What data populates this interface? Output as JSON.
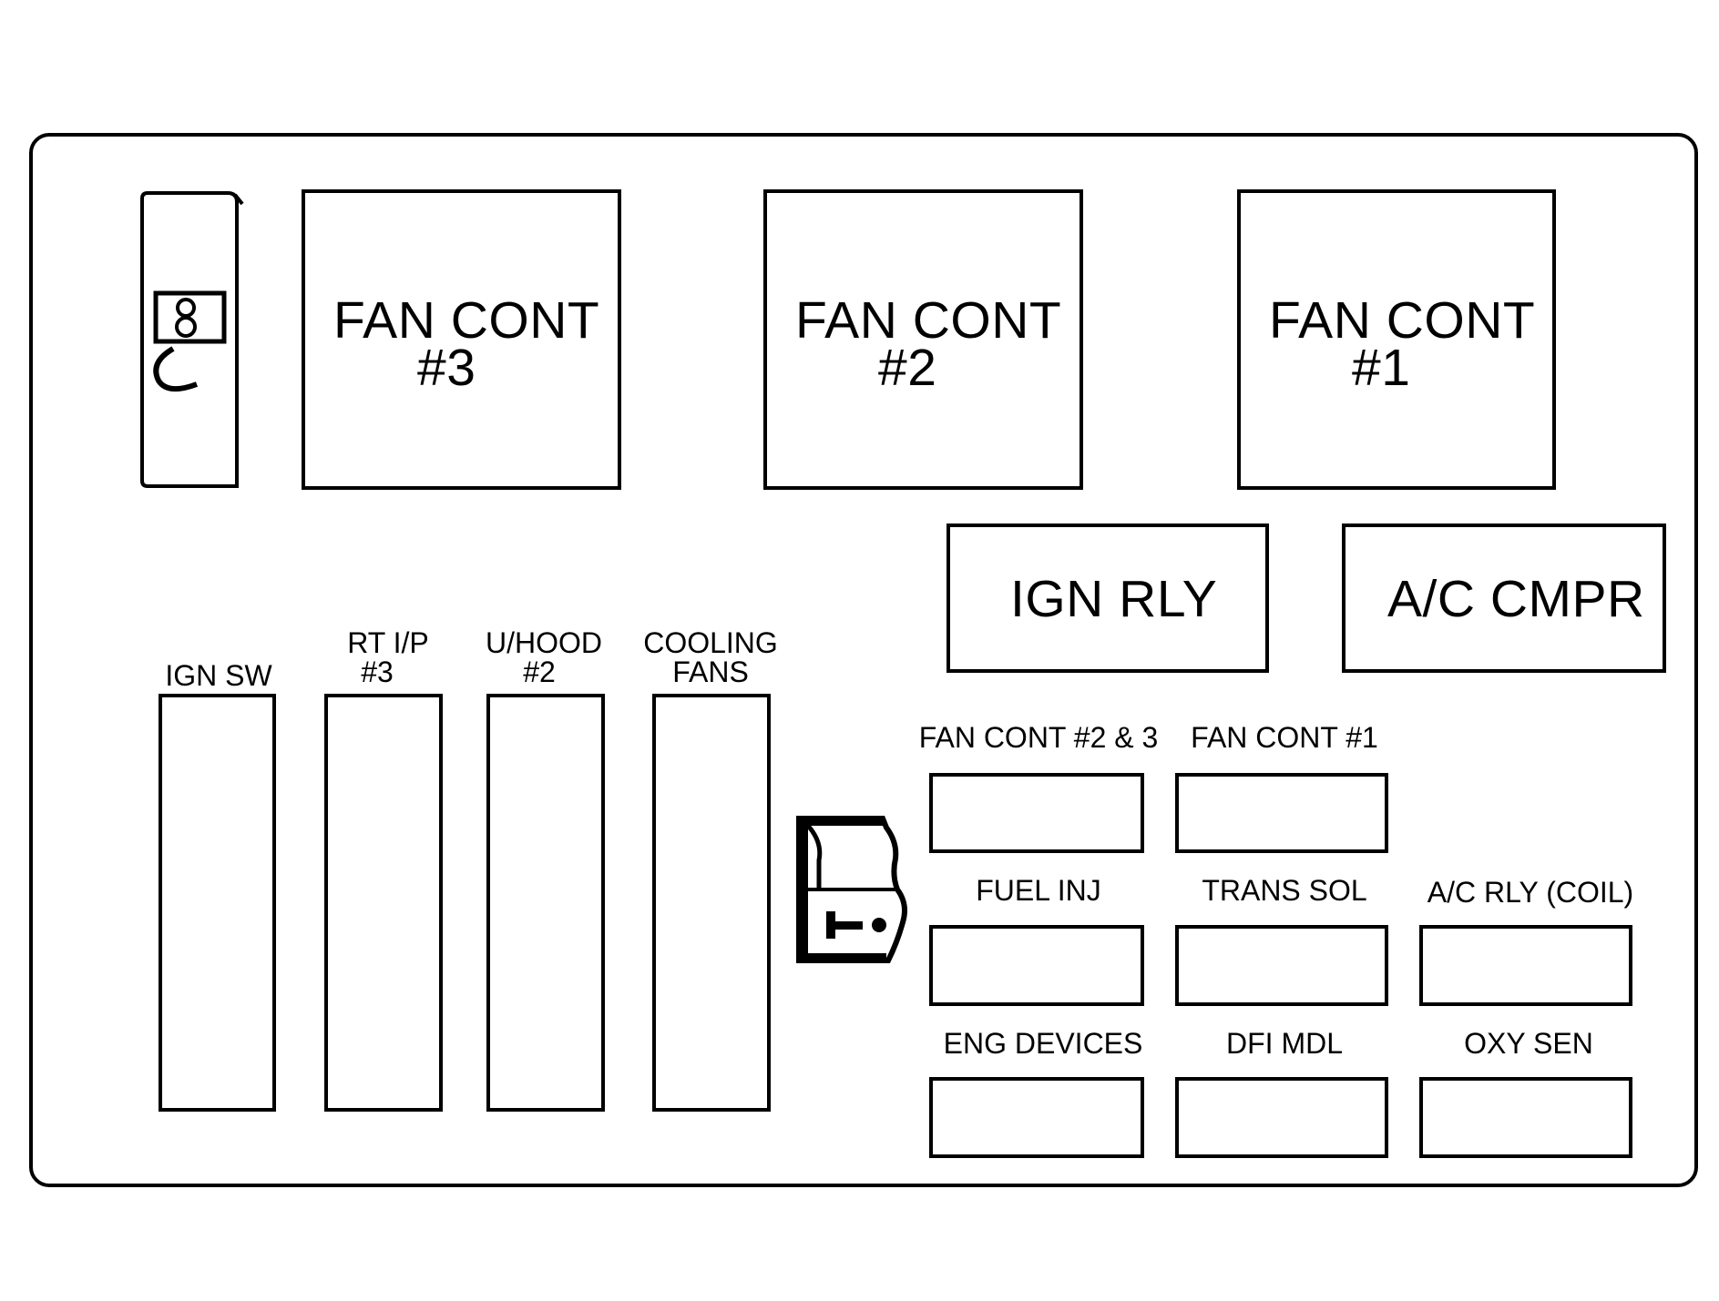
{
  "relays": {
    "fan_cont_3": {
      "line1": "FAN CONT",
      "line2": "#3"
    },
    "fan_cont_2": {
      "line1": "FAN CONT",
      "line2": "#2"
    },
    "fan_cont_1": {
      "line1": "FAN CONT",
      "line2": "#1"
    },
    "ign_rly": "IGN RLY",
    "ac_cmpr": "A/C CMPR"
  },
  "maxi_fuses": {
    "ign_sw": "IGN SW",
    "rt_ip_3": {
      "line1": "RT I/P",
      "line2": "#3"
    },
    "u_hood_2": {
      "line1": "U/HOOD",
      "line2": "#2"
    },
    "cooling_fans": {
      "line1": "COOLING",
      "line2": "FANS"
    }
  },
  "mini_fuses": {
    "fan_cont_2_3": "FAN CONT #2 & 3",
    "fan_cont_1": "FAN CONT #1",
    "fuel_inj": "FUEL INJ",
    "trans_sol": "TRANS SOL",
    "ac_rly_coil": "A/C RLY (COIL)",
    "eng_devices": "ENG DEVICES",
    "dfi_mdl": "DFI MDL",
    "oxy_sen": "OXY SEN"
  },
  "icons": {
    "diode": "diode-icon",
    "fuse_puller": "fuse-puller-icon"
  }
}
